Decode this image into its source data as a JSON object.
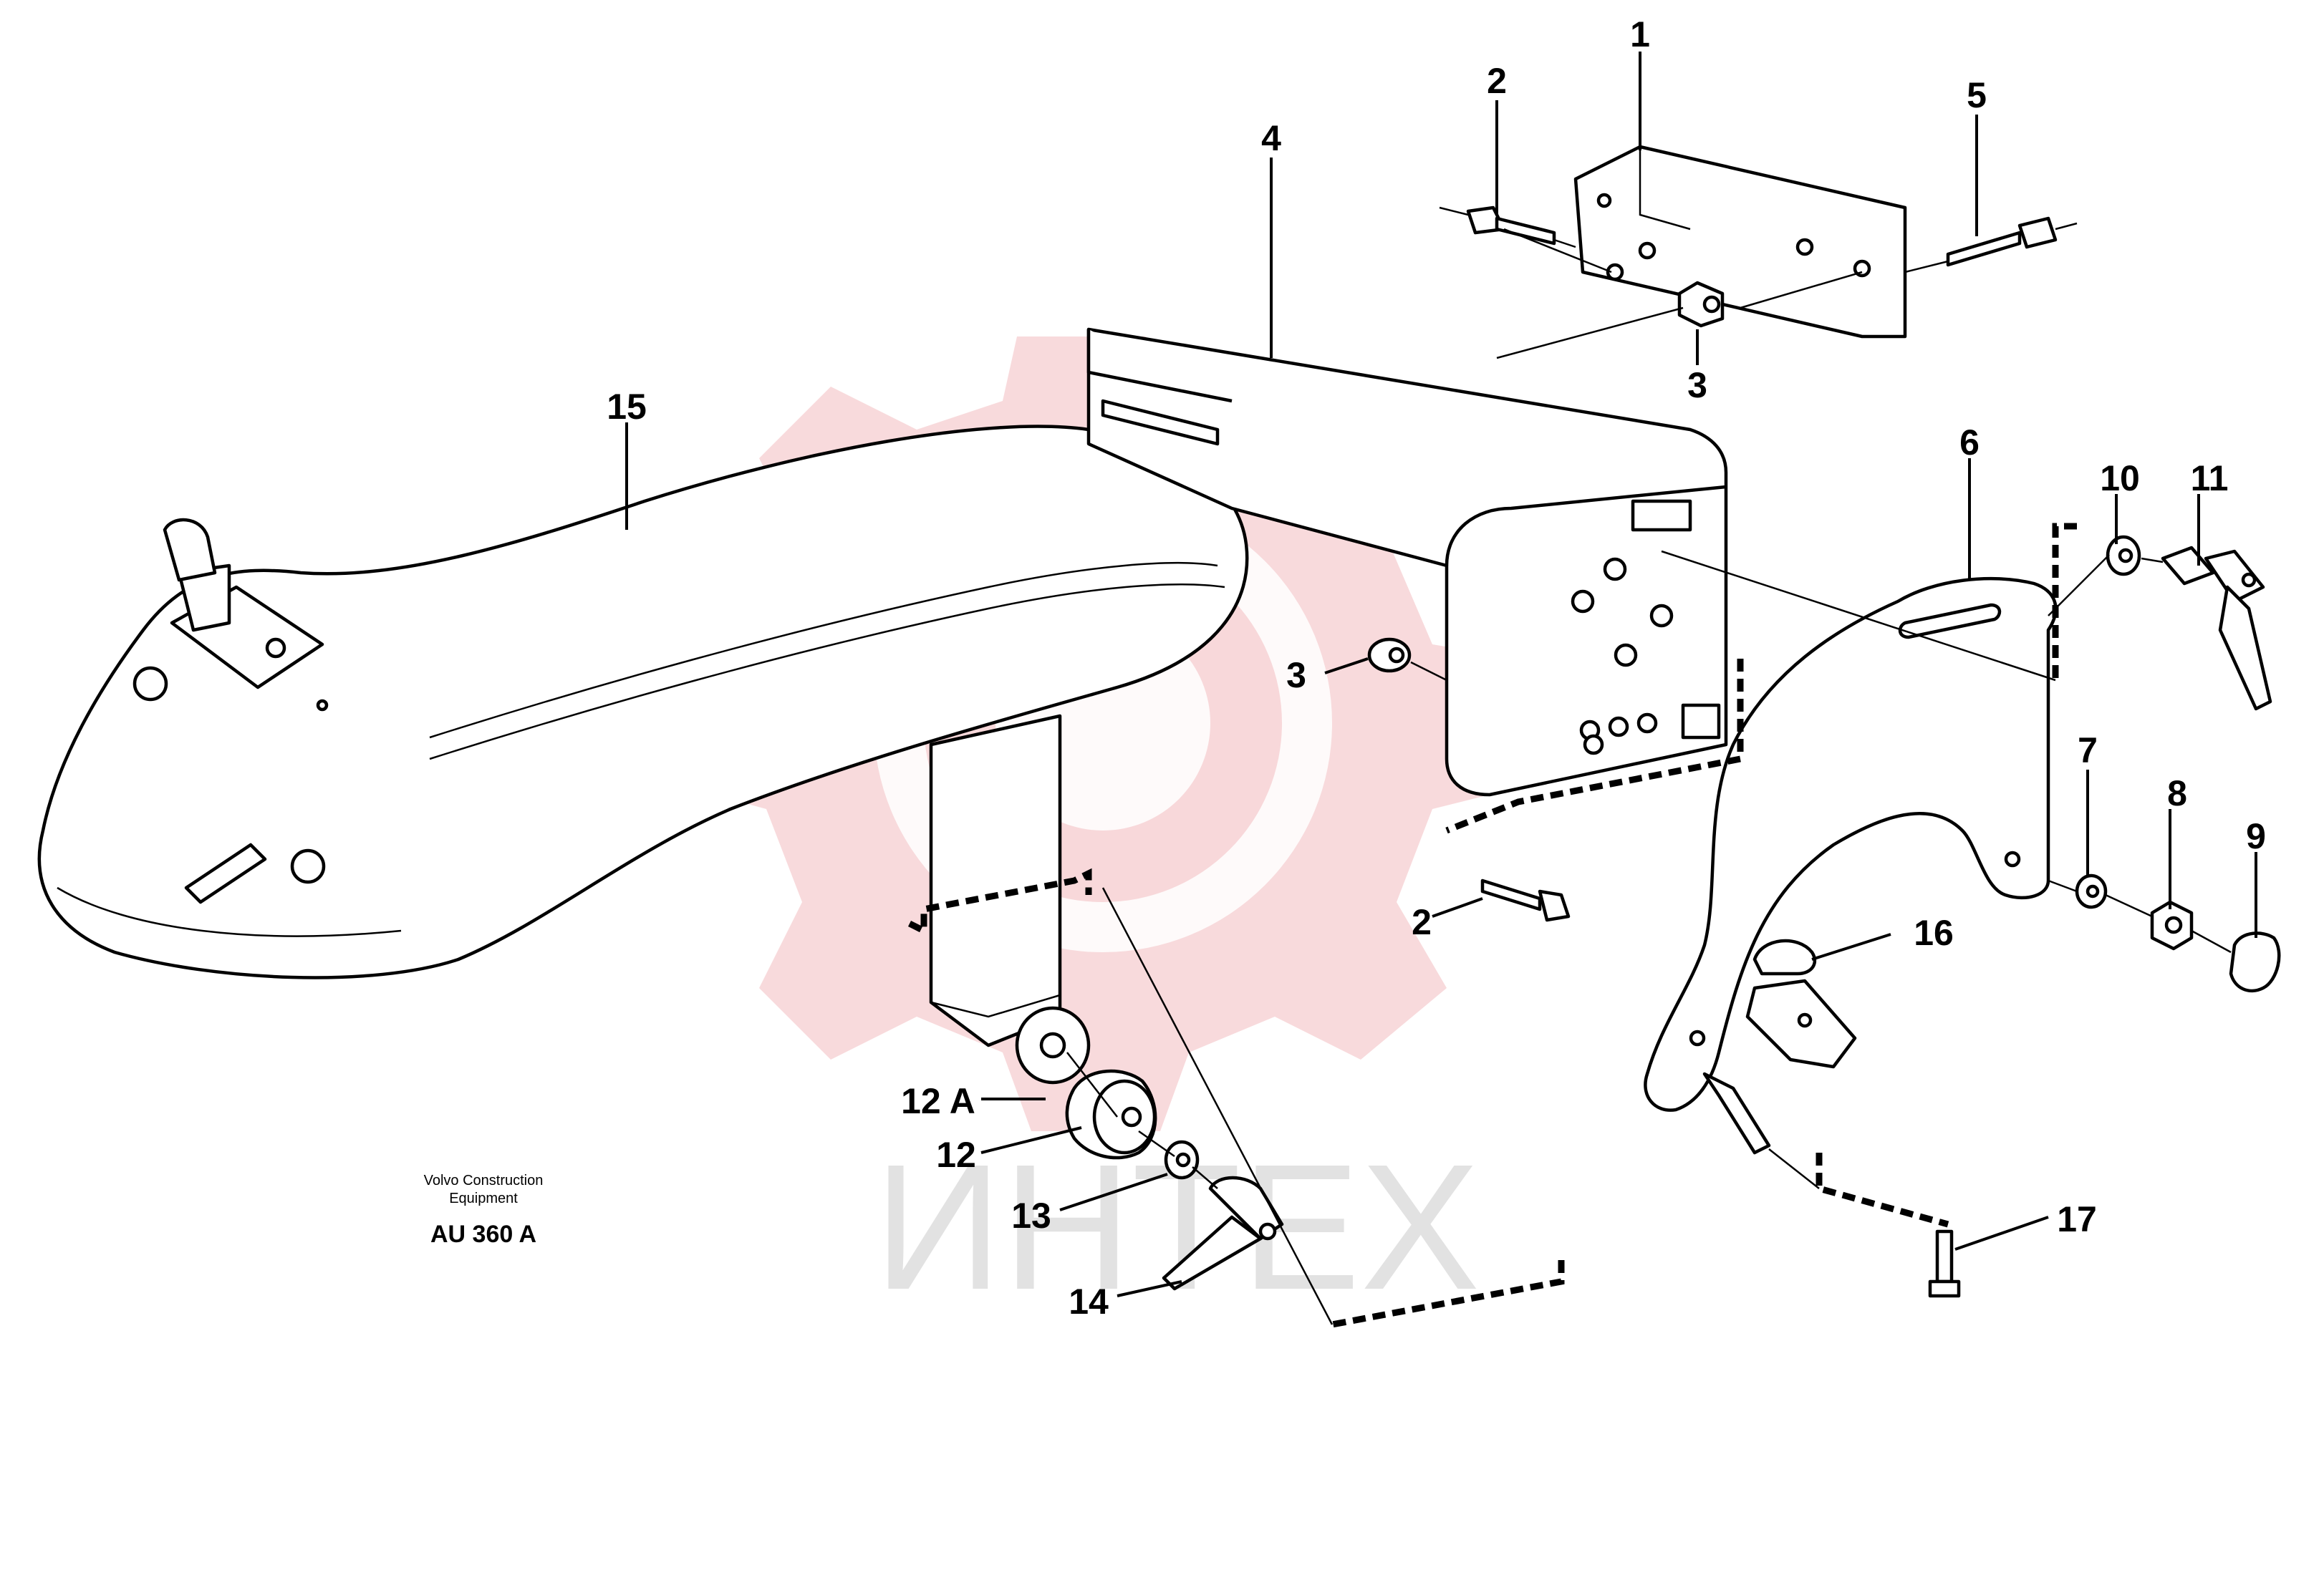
{
  "caption": {
    "brand_line1": "Volvo Construction",
    "brand_line2": "Equipment",
    "code": "AU 360 A"
  },
  "watermark": {
    "text": "ИНТЕХ",
    "color": "#f3bcbf"
  },
  "labels": {
    "p1": "1",
    "p2a": "2",
    "p2b": "2",
    "p3a": "3",
    "p3b": "3",
    "p4": "4",
    "p5": "5",
    "p6": "6",
    "p7": "7",
    "p8": "8",
    "p9": "9",
    "p10": "10",
    "p11": "11",
    "p12": "12",
    "p12a": "12 A",
    "p13": "13",
    "p14": "14",
    "p15": "15",
    "p16": "16",
    "p17": "17"
  }
}
